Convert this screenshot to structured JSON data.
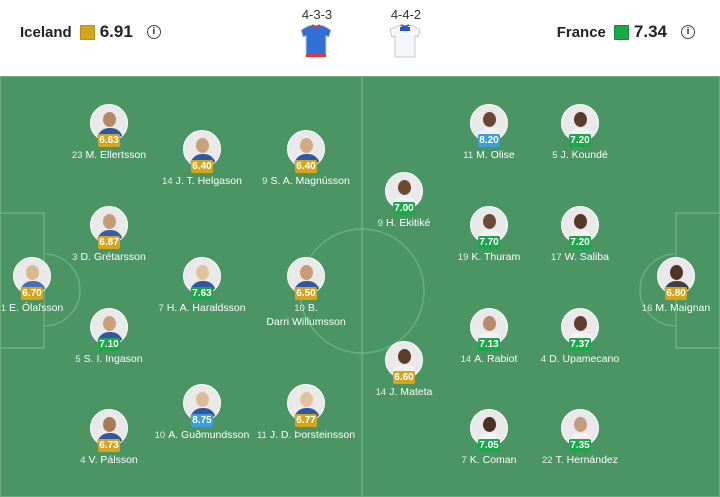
{
  "colors": {
    "yellow": "#d5a61c",
    "green": "#1aa84a",
    "blue": "#3b9fdc"
  },
  "home": {
    "name": "Iceland",
    "rating": "6.91",
    "formation": "4-3-3"
  },
  "away": {
    "name": "France",
    "rating": "7.34",
    "formation": "4-4-2"
  },
  "players": [
    {
      "num": "1",
      "name": "E. Ólafsson",
      "rating": "6.70",
      "color": "yellow"
    },
    {
      "num": "3",
      "name": "D. Grétarsson",
      "rating": "6.87",
      "color": "yellow"
    },
    {
      "num": "5",
      "name": "S. I. Ingason",
      "rating": "7.10",
      "color": "green"
    },
    {
      "num": "23",
      "name": "M. Ellertsson",
      "rating": "6.63",
      "color": "yellow"
    },
    {
      "num": "4",
      "name": "V. Pálsson",
      "rating": "6.73",
      "color": "yellow"
    },
    {
      "num": "14",
      "name": "J. T. Helgason",
      "rating": "6.40",
      "color": "yellow"
    },
    {
      "num": "7",
      "name": "H. A. Haraldsson",
      "rating": "7.63",
      "color": "green"
    },
    {
      "num": "10",
      "name": "A. Guðmundsson",
      "rating": "8.75",
      "color": "blue"
    },
    {
      "num": "9",
      "name": "S. A. Magnússon",
      "rating": "6.40",
      "color": "yellow"
    },
    {
      "num": "10",
      "name": "B.",
      "name2": "Darri Willumsson",
      "rating": "6.50",
      "color": "yellow"
    },
    {
      "num": "11",
      "name": "J. D. Þorsteinsson",
      "rating": "6.77",
      "color": "yellow"
    },
    {
      "num": "9",
      "name": "H. Ekitiké",
      "rating": "7.00",
      "color": "green"
    },
    {
      "num": "14",
      "name": "J. Mateta",
      "rating": "6.60",
      "color": "yellow"
    },
    {
      "num": "11",
      "name": "M. Olise",
      "rating": "8.20",
      "color": "blue"
    },
    {
      "num": "19",
      "name": "K. Thuram",
      "rating": "7.70",
      "color": "green"
    },
    {
      "num": "14",
      "name": "A. Rabiot",
      "rating": "7.13",
      "color": "green"
    },
    {
      "num": "7",
      "name": "K. Coman",
      "rating": "7.05",
      "color": "green"
    },
    {
      "num": "5",
      "name": "J. Koundé",
      "rating": "7.20",
      "color": "green"
    },
    {
      "num": "17",
      "name": "W. Saliba",
      "rating": "7.20",
      "color": "green"
    },
    {
      "num": "4",
      "name": "D. Upamecano",
      "rating": "7.37",
      "color": "green"
    },
    {
      "num": "22",
      "name": "T. Hernández",
      "rating": "7.35",
      "color": "green"
    },
    {
      "num": "16",
      "name": "M. Maignan",
      "rating": "6.80",
      "color": "yellow"
    }
  ]
}
